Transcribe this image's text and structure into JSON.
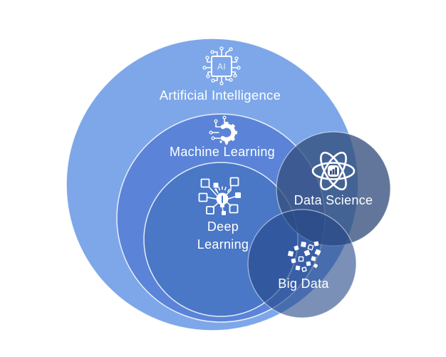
{
  "diagram": {
    "type": "nested-venn-euler",
    "background_color": "#ffffff",
    "text_color": "#ffffff",
    "stroke_color": "#ffffff",
    "chip_label": "AI",
    "sets": [
      {
        "id": "artificial-intelligence",
        "label": "Artificial Intelligence",
        "icon": "ai-chip-icon",
        "color": "#7da7e9",
        "opacity": 1,
        "contains": [
          "machine-learning",
          "deep-learning"
        ]
      },
      {
        "id": "machine-learning",
        "label": "Machine Learning",
        "icon": "gear-circuit-icon",
        "color": "#5b84d8",
        "opacity": 1,
        "contains": [
          "deep-learning"
        ]
      },
      {
        "id": "deep-learning",
        "label": "Deep Learning",
        "label_lines": [
          "Deep",
          "Learning"
        ],
        "icon": "bulb-network-icon",
        "color": "#4a77c6",
        "opacity": 1,
        "contains": []
      },
      {
        "id": "data-science",
        "label": "Data Science",
        "icon": "atom-chart-icon",
        "color": "#344f7d",
        "opacity": 0.78,
        "overlaps": [
          "artificial-intelligence",
          "machine-learning",
          "deep-learning",
          "big-data"
        ]
      },
      {
        "id": "big-data",
        "label": "Big Data",
        "icon": "scattered-squares-icon",
        "color": "#234687",
        "opacity": 0.6,
        "overlaps": [
          "artificial-intelligence",
          "machine-learning",
          "deep-learning",
          "data-science"
        ]
      }
    ]
  }
}
